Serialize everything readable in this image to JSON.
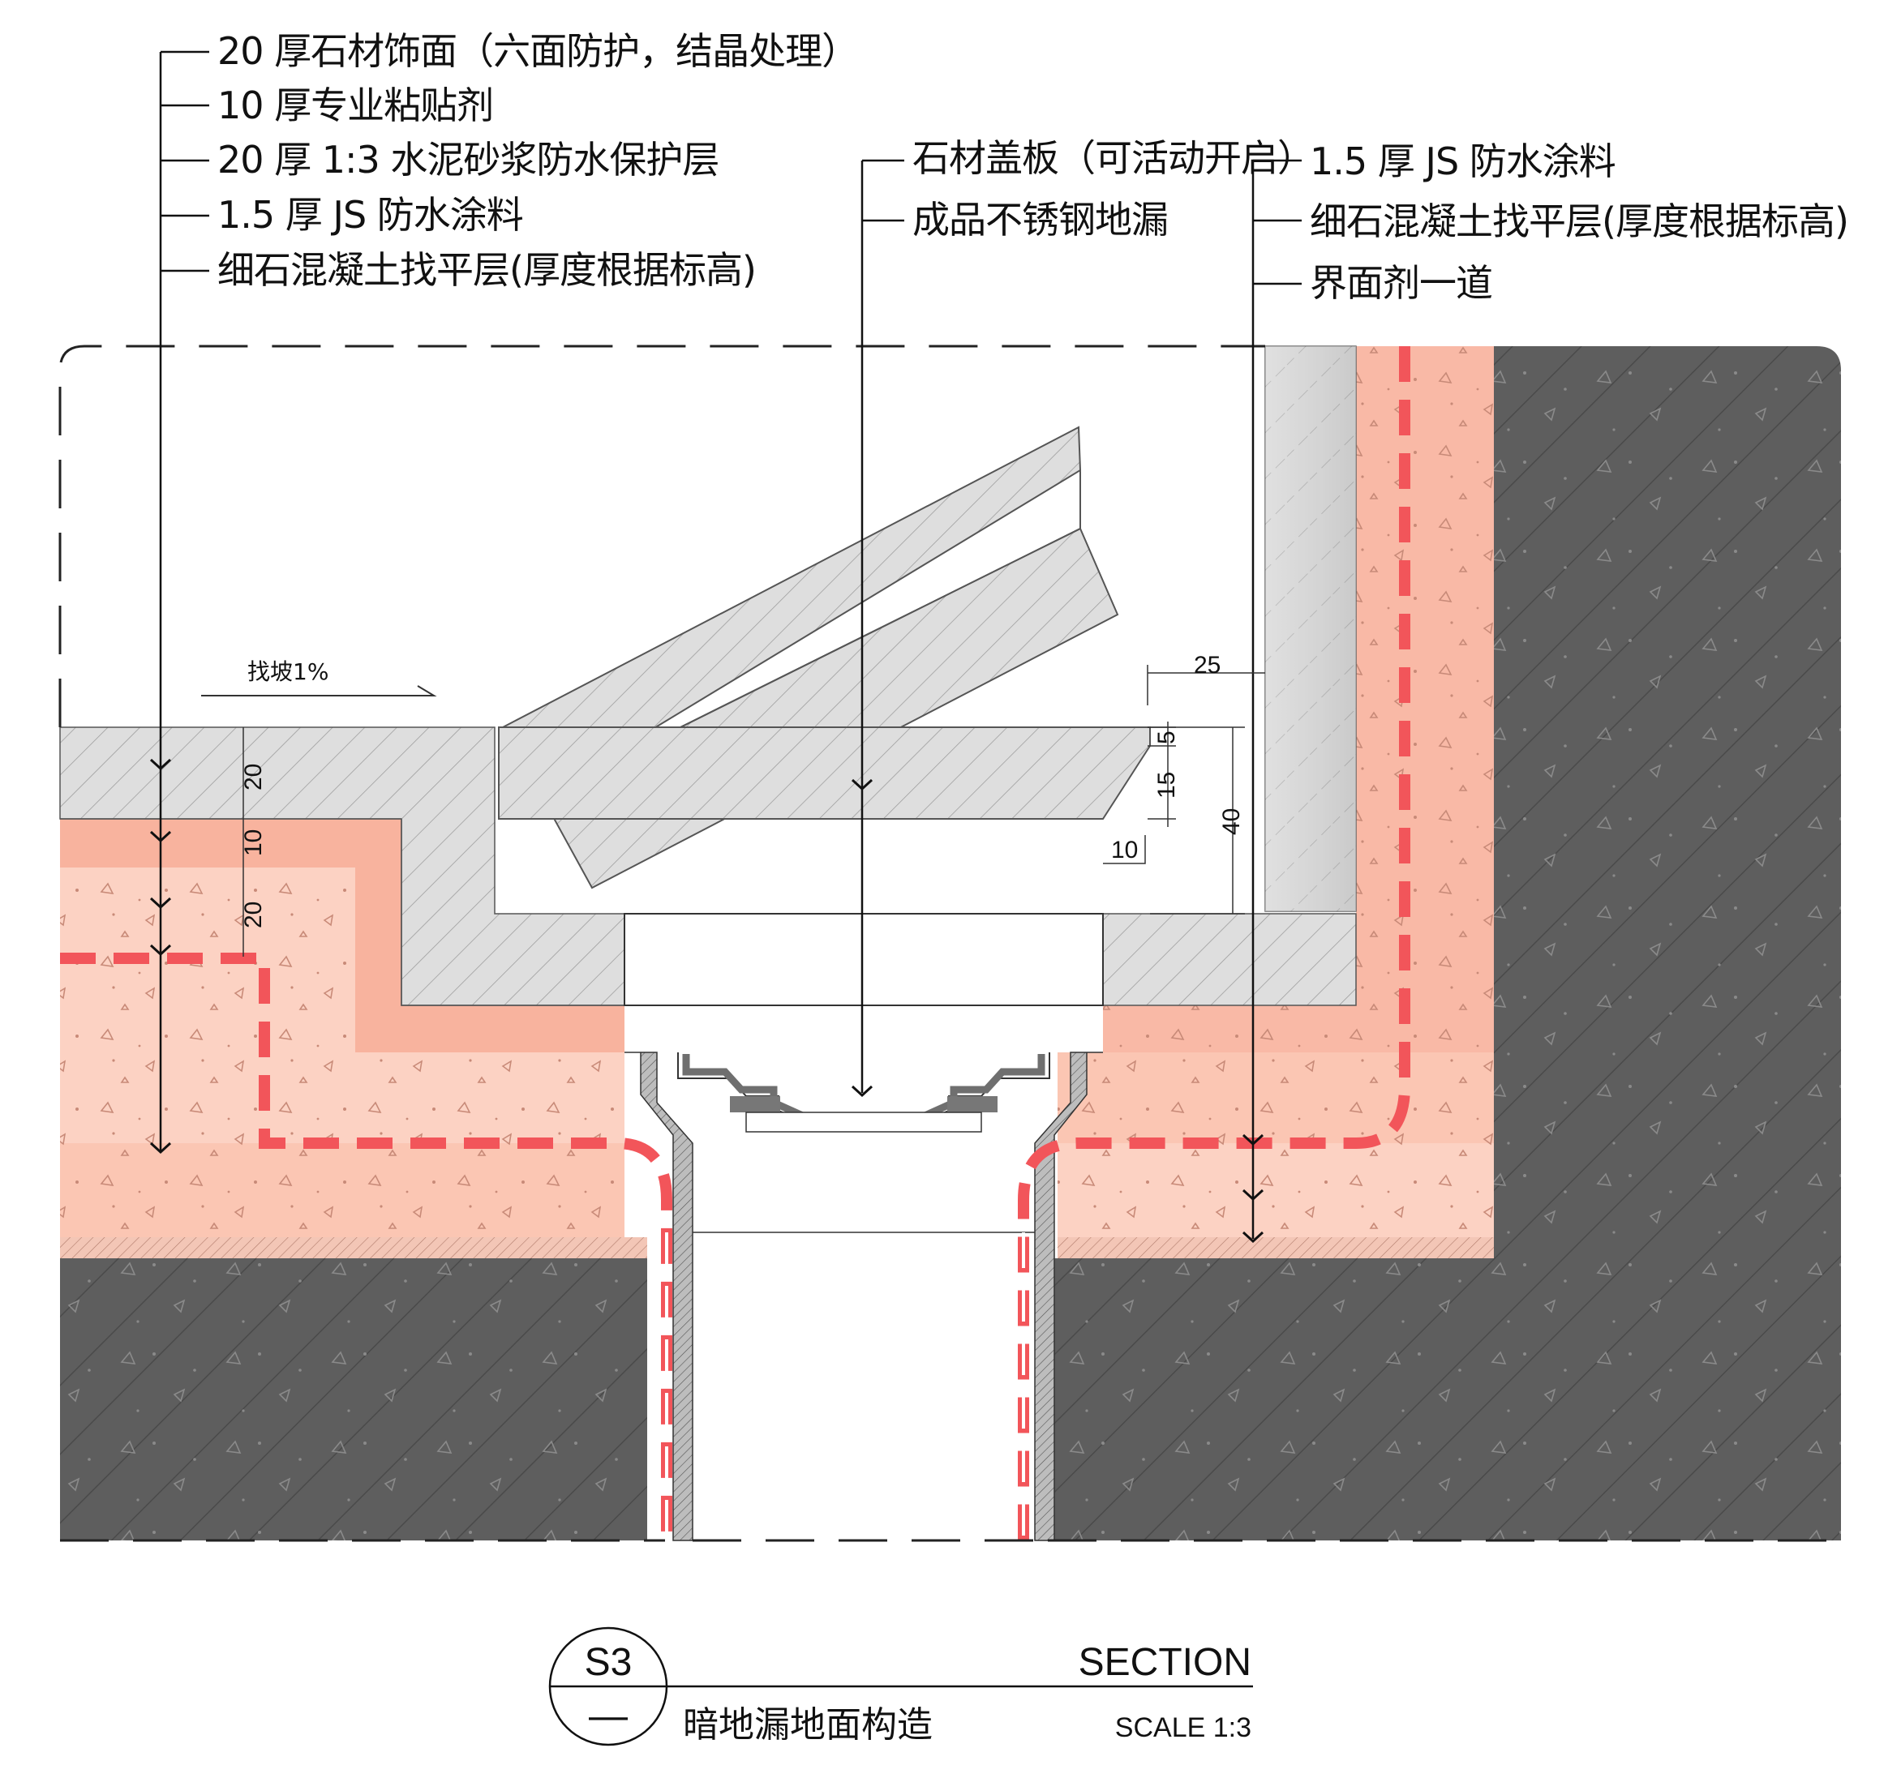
{
  "left_callouts": [
    "20 厚石材饰面（六面防护，结晶处理）",
    "10 厚专业粘贴剂",
    "20 厚 1:3 水泥砂浆防水保护层",
    "1.5 厚 JS  防水涂料",
    "细石混凝土找平层(厚度根据标高)"
  ],
  "center_callouts": [
    "石材盖板（可活动开启）",
    "成品不锈钢地漏"
  ],
  "right_callouts": [
    "1.5 厚 JS 防水涂料",
    "细石混凝土找平层(厚度根据标高)",
    "界面剂一道"
  ],
  "slope_note": "找坡1%",
  "dimensions": {
    "d25": "25",
    "d5": "5",
    "d15": "15",
    "d40": "40",
    "d10_right": "10",
    "d20_top": "20",
    "d10_left": "10",
    "d20_bottom": "20"
  },
  "title_block": {
    "detail_number": "S3",
    "sheet_ref": "—",
    "view_type": "SECTION",
    "title": "暗地漏地面构造",
    "scale": "SCALE 1:3"
  },
  "colors": {
    "mortar_fill": "#f9b9a6",
    "mortar_light": "#fdd3c4",
    "waterproof_dash": "#f2555a",
    "concrete_fill": "#5e5e5e",
    "stone_fill": "#dcdcdc"
  }
}
